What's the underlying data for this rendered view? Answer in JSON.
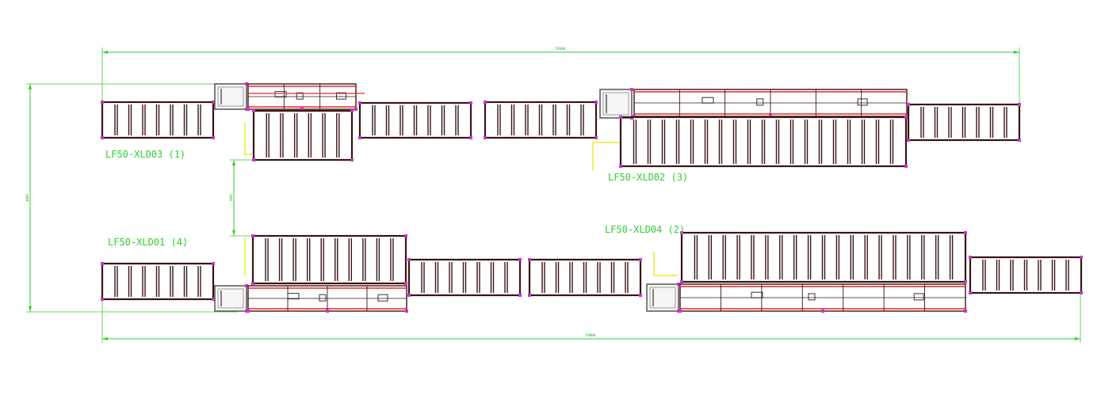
{
  "drawing": {
    "dimensions": {
      "top_total": "59300",
      "bottom_total": "59000",
      "left_height": "4800",
      "gap_middle": "1600"
    },
    "lines": [
      {
        "id": "xld03",
        "label": "LF50-XLD03 (1)"
      },
      {
        "id": "xld02",
        "label": "LF50-XLD02 (3)"
      },
      {
        "id": "xld01",
        "label": "LF50-XLD01 (4)"
      },
      {
        "id": "xld04",
        "label": "LF50-XLD04 (2)"
      }
    ],
    "colors": {
      "frame": "#3a1414",
      "red_line": "#e8282a",
      "node": "#cc33cc",
      "dimension": "#33cc33",
      "arrow": "#e8e832"
    }
  }
}
